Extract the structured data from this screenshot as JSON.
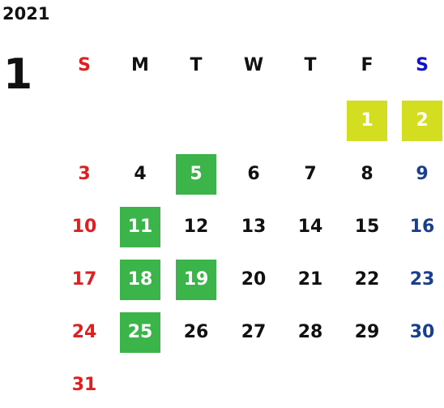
{
  "calendar": {
    "year": "2021",
    "month": "1",
    "weekdays": [
      "S",
      "M",
      "T",
      "W",
      "T",
      "F",
      "S"
    ],
    "colors": {
      "sunday": "#e02020",
      "saturday": "#1a3f8f",
      "saturday_header": "#1010d0",
      "highlight_green": "#3bb54a",
      "highlight_yellow": "#d4de20"
    },
    "weeks": [
      [
        null,
        null,
        null,
        null,
        null,
        {
          "day": "1",
          "highlight": "yellow"
        },
        {
          "day": "2",
          "highlight": "yellow"
        }
      ],
      [
        {
          "day": "3"
        },
        {
          "day": "4"
        },
        {
          "day": "5",
          "highlight": "green"
        },
        {
          "day": "6"
        },
        {
          "day": "7"
        },
        {
          "day": "8"
        },
        {
          "day": "9"
        }
      ],
      [
        {
          "day": "10"
        },
        {
          "day": "11",
          "highlight": "green"
        },
        {
          "day": "12"
        },
        {
          "day": "13"
        },
        {
          "day": "14"
        },
        {
          "day": "15"
        },
        {
          "day": "16"
        }
      ],
      [
        {
          "day": "17"
        },
        {
          "day": "18",
          "highlight": "green"
        },
        {
          "day": "19",
          "highlight": "green"
        },
        {
          "day": "20"
        },
        {
          "day": "21"
        },
        {
          "day": "22"
        },
        {
          "day": "23"
        }
      ],
      [
        {
          "day": "24"
        },
        {
          "day": "25",
          "highlight": "green"
        },
        {
          "day": "26"
        },
        {
          "day": "27"
        },
        {
          "day": "28"
        },
        {
          "day": "29"
        },
        {
          "day": "30"
        }
      ],
      [
        {
          "day": "31"
        },
        null,
        null,
        null,
        null,
        null,
        null
      ]
    ]
  }
}
